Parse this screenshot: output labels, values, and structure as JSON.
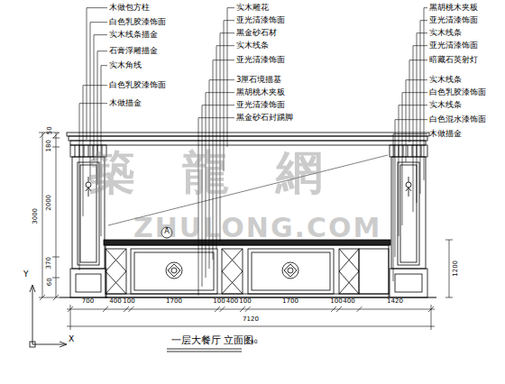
{
  "diagram": {
    "title": "一层大餐厅 立面图",
    "labels": [
      "木做包方柱",
      "白色乳胶漆饰面",
      "实木线条描金",
      "石膏浮雕描金",
      "实木角线",
      "白色乳胶漆饰面",
      "木做描金",
      "实木雕花",
      "亚光清漆饰面",
      "黑金砂石材",
      "实木线条",
      "亚光清漆饰面",
      "3厘石境描基",
      "黑胡桃木夹板",
      "亚光清漆饰面",
      "黑金砂石封踢脚",
      "黑胡桃木夹板",
      "亚光清漆饰面",
      "实木线条",
      "亚光清漆饰面",
      "暗藏石英射灯",
      "实木线条",
      "白色乳胶漆饰面",
      "实木线条",
      "白色混水漆饰面",
      "木做描金",
      "50",
      "180",
      "3000",
      "2000",
      "370",
      "60",
      "700",
      "400",
      "100",
      "1700",
      "100",
      "400",
      "100",
      "1700",
      "100",
      "400",
      "1420",
      "7120",
      "1200",
      "築龍網",
      "ZHULONG.COM",
      "A",
      "Y",
      "X",
      "1:40"
    ]
  }
}
